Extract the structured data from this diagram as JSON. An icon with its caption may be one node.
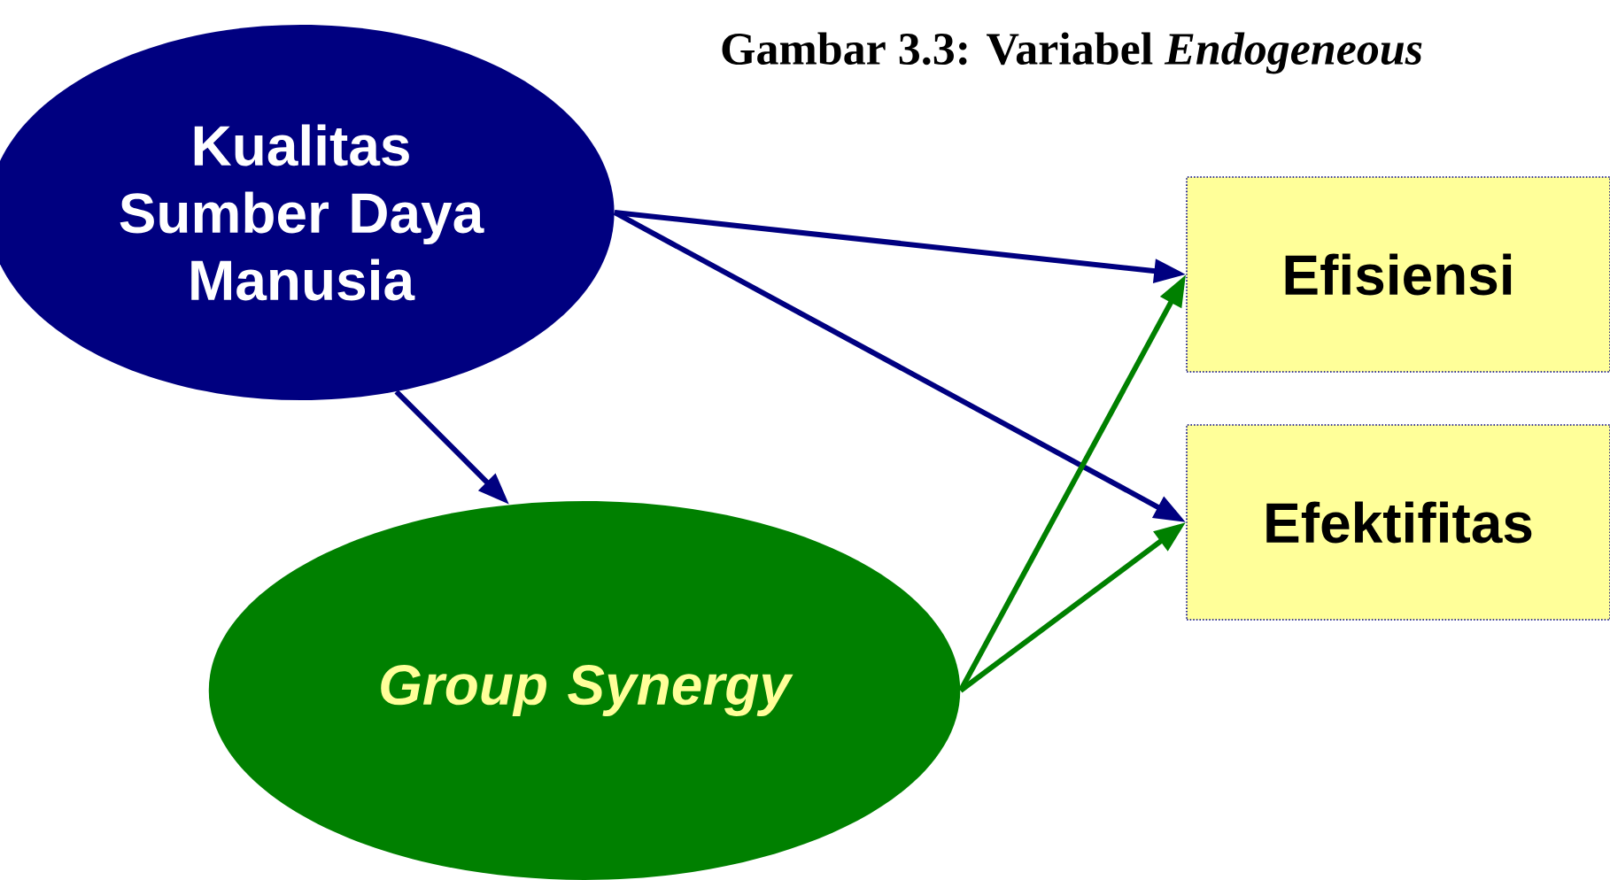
{
  "diagram": {
    "title": "Gambar 3.3: Variabel *Endogeneous*",
    "nodes": [
      {
        "text": [
          "Kualitas Sumber Daya Manusia"
        ]
      },
      {
        "text": [
          "Group Synergy"
        ]
      },
      {
        "text": [
          "Efisiensi"
        ]
      },
      {
        "text": [
          "Efektifitas"
        ]
      }
    ],
    "edges": [
      {
        "from": 0,
        "to": 2,
        "arrow": "to"
      },
      {
        "from": 0,
        "to": 3,
        "arrow": "to"
      },
      {
        "from": 0,
        "to": 1,
        "arrow": "to"
      },
      {
        "from": 1,
        "to": 2,
        "arrow": "to",
        "color": "#008000"
      },
      {
        "from": 1,
        "to": 3,
        "arrow": "to",
        "color": "#008000"
      }
    ]
  }
}
